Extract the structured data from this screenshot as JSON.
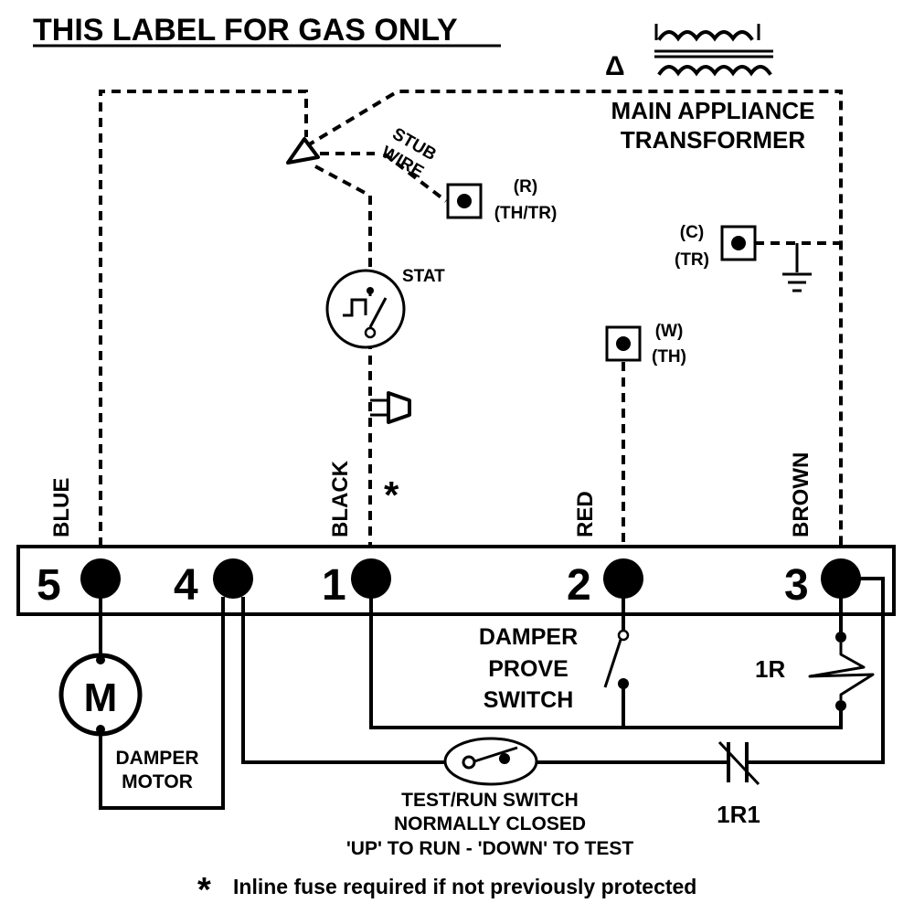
{
  "title": "THIS LABEL FOR GAS ONLY",
  "transformer": {
    "symbol": "Δ",
    "label_line1": "MAIN APPLIANCE",
    "label_line2": "TRANSFORMER"
  },
  "stub_wire": {
    "line1": "STUB",
    "line2": "WIRE"
  },
  "terminals": {
    "r": {
      "line1": "(R)",
      "line2": "(TH/TR)"
    },
    "c": {
      "line1": "(C)",
      "line2": "(TR)"
    },
    "w": {
      "line1": "(W)",
      "line2": "(TH)"
    }
  },
  "stat_label": "STAT",
  "fuse_mark": "*",
  "wire_colors": {
    "blue": "BLUE",
    "black": "BLACK",
    "red": "RED",
    "brown": "BROWN"
  },
  "terminal_block": {
    "t5": "5",
    "t4": "4",
    "t1": "1",
    "t2": "2",
    "t3": "3"
  },
  "motor": {
    "symbol": "M",
    "label_line1": "DAMPER",
    "label_line2": "MOTOR"
  },
  "prove_switch": {
    "line1": "DAMPER",
    "line2": "PROVE",
    "line3": "SWITCH"
  },
  "relay": {
    "coil": "1R",
    "contact": "1R1"
  },
  "test_switch": {
    "line1": "TEST/RUN SWITCH",
    "line2": "NORMALLY CLOSED",
    "line3": "'UP' TO RUN - 'DOWN' TO TEST"
  },
  "footnote": {
    "star": "*",
    "text": "Inline fuse required if not previously protected"
  }
}
